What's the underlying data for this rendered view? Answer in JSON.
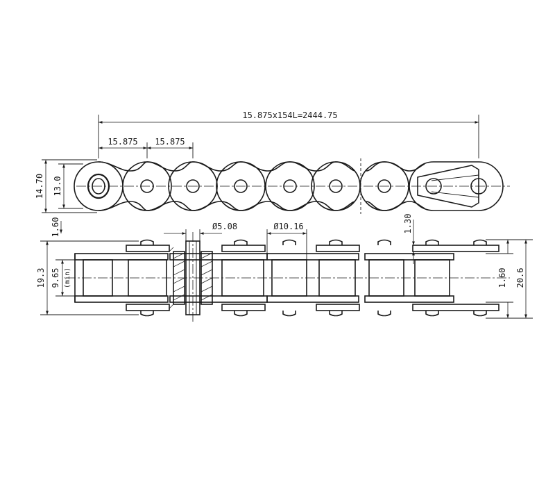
{
  "dimensions": {
    "overall_length": "15.875x154L=2444.75",
    "pitch_1": "15.875",
    "pitch_2": "15.875",
    "plate_height_outer": "14.70",
    "plate_height_inner": "13.0",
    "plate_thickness": "1.60",
    "pin_diameter": "Ø5.08",
    "roller_diameter": "Ø10.16",
    "offset_gap": "1.30",
    "overall_width": "19.3",
    "inner_width": "9.65",
    "inner_width_note": "(min)",
    "plate_thickness_right": "1.60",
    "pin_length": "20.6"
  }
}
